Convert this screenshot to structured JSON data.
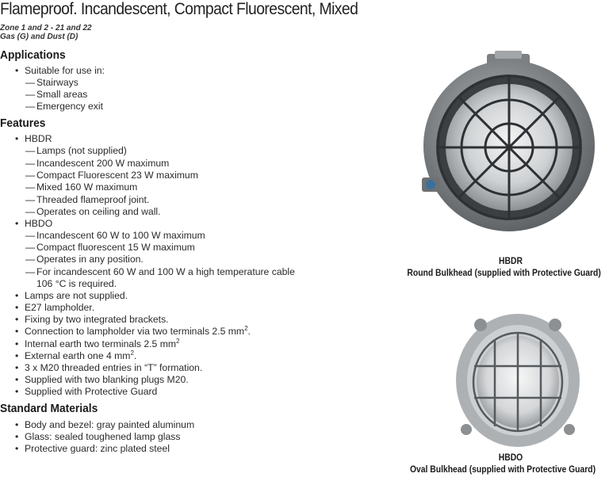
{
  "title": "Flameproof. Incandescent, Compact Fluorescent, Mixed",
  "subtitle1": "Zone 1 and 2 - 21 and 22",
  "subtitle2": "Gas (G) and Dust (D)",
  "applications": {
    "heading": "Applications",
    "intro": "Suitable for use in:",
    "items": [
      "Stairways",
      "Small areas",
      "Emergency exit"
    ]
  },
  "features": {
    "heading": "Features",
    "hbdr": {
      "label": "HBDR",
      "items": [
        "Lamps (not supplied)",
        "Incandescent 200 W maximum",
        "Compact Fluorescent 23 W maximum",
        "Mixed 160 W maximum",
        "Threaded flameproof joint.",
        "Operates on ceiling and wall."
      ]
    },
    "hbdo": {
      "label": "HBDO",
      "items": [
        "Incandescent 60 W to 100 W maximum",
        "Compact fluorescent 15 W maximum",
        "Operates in any position.",
        "For incandescent 60 W and 100 W a high temperature cable",
        "106 °C is required."
      ]
    },
    "general": [
      "Lamps are not supplied.",
      "E27 lampholder.",
      "Fixing by two integrated brackets.",
      "Connection to lampholder via two terminals 2.5 mm",
      "Internal earth two terminals 2.5 mm",
      "External earth one 4 mm",
      "3 x M20 threaded entries in “T” formation.",
      "Supplied with two blanking plugs M20.",
      "Supplied with Protective Guard"
    ],
    "sup2": "2"
  },
  "materials": {
    "heading": "Standard Materials",
    "items": [
      "Body and bezel: gray painted aluminum",
      "Glass: sealed toughened lamp glass",
      "Protective guard: zinc plated steel"
    ]
  },
  "products": [
    {
      "code": "HBDR",
      "name": "Round Bulkhead (supplied with Protective Guard)"
    },
    {
      "code": "HBDO",
      "name": "Oval Bulkhead (supplied with Protective Guard)"
    }
  ]
}
